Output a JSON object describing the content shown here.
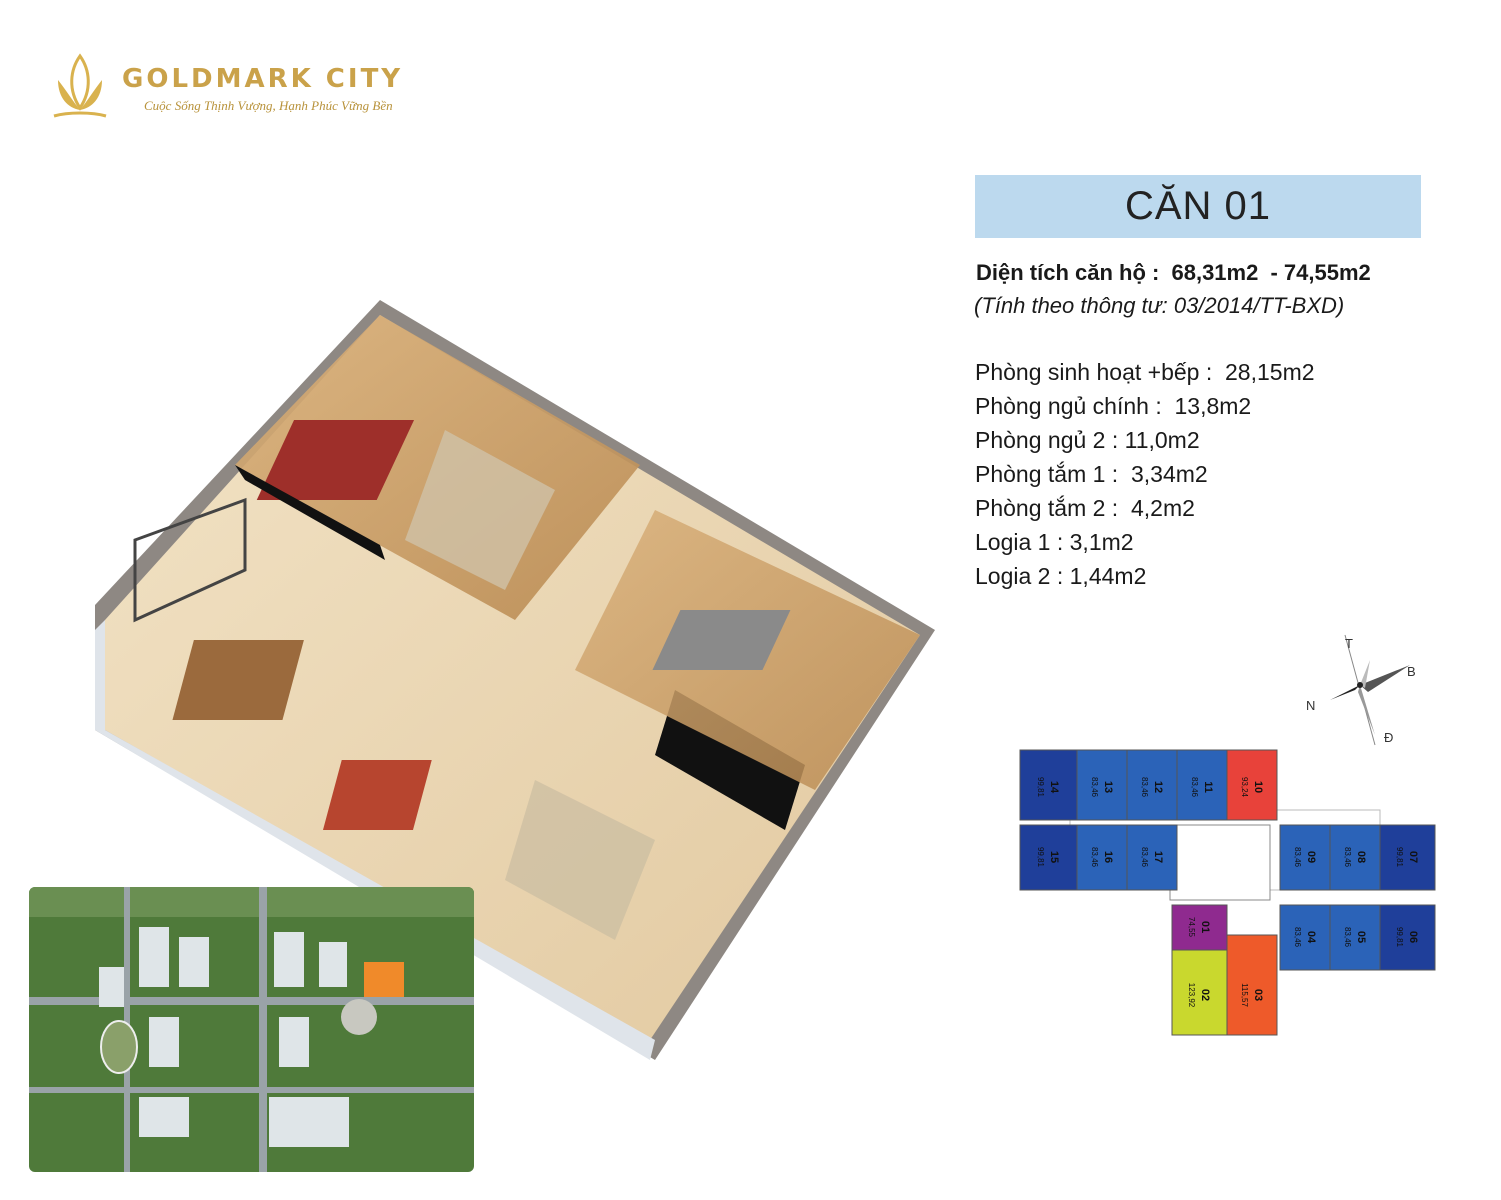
{
  "brand": {
    "name": "GOLDMARK CITY",
    "tagline": "Cuộc Sống Thịnh Vượng, Hạnh Phúc Vững Bền",
    "color": "#caa24a"
  },
  "unit": {
    "title": "CĂN 01",
    "area_label": "Diện tích căn hộ :",
    "area_min": "68,31m2",
    "area_max": "- 74,55m2",
    "area_note": "(Tính theo thông tư: 03/2014/TT-BXD)",
    "banner_color": "#bcd9ee",
    "rooms": [
      {
        "label": "Phòng sinh hoạt +bếp :",
        "value": "28,15m2"
      },
      {
        "label": "Phòng ngủ chính :",
        "value": "13,8m2"
      },
      {
        "label": "Phòng ngủ 2 :",
        "value": "11,0m2"
      },
      {
        "label": "Phòng tắm 1 :",
        "value": " 3,34m2"
      },
      {
        "label": "Phòng tắm 2 :",
        "value": " 4,2m2"
      },
      {
        "label": "Logia 1 :",
        "value": "3,1m2"
      },
      {
        "label": "Logia 2 :",
        "value": "1,44m2"
      }
    ]
  },
  "compass": {
    "t": "T",
    "b": "B",
    "n": "N",
    "d": "Đ"
  },
  "keyplan": {
    "units": [
      {
        "num": "14",
        "area": "99,81"
      },
      {
        "num": "13",
        "area": "83,46"
      },
      {
        "num": "12",
        "area": "83,46"
      },
      {
        "num": "11",
        "area": "83,46"
      },
      {
        "num": "10",
        "area": "93,24"
      },
      {
        "num": "15",
        "area": "99,81"
      },
      {
        "num": "16",
        "area": "83,46"
      },
      {
        "num": "17",
        "area": "83,46"
      },
      {
        "num": "09",
        "area": "83,46"
      },
      {
        "num": "08",
        "area": "83,46"
      },
      {
        "num": "07",
        "area": "99,81"
      },
      {
        "num": "01",
        "area": "74,55"
      },
      {
        "num": "04",
        "area": "83,46"
      },
      {
        "num": "05",
        "area": "83,46"
      },
      {
        "num": "06",
        "area": "99,81"
      },
      {
        "num": "02",
        "area": "123,92"
      },
      {
        "num": "03",
        "area": "115,57"
      }
    ],
    "colors": {
      "blue": "#2b63b8",
      "navy": "#1f3f9a",
      "red": "#e8423a",
      "purple": "#8f2a8f",
      "lime": "#c9d82e",
      "orange": "#ee5a2a"
    }
  }
}
